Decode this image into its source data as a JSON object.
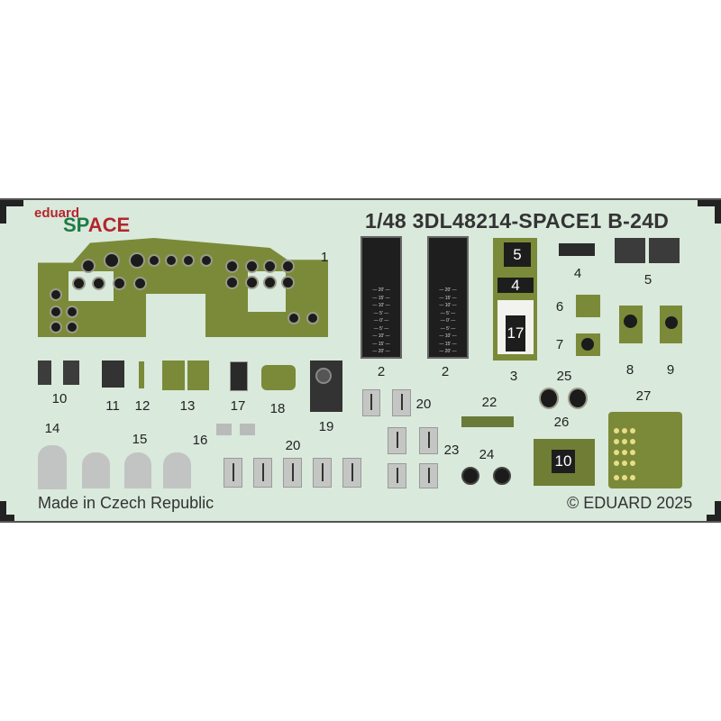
{
  "brand": {
    "logo_top": "eduard",
    "logo_bottom_a": "SP",
    "logo_bottom_b": "ACE"
  },
  "header": {
    "title": "1/48 3DL48214-SPACE1  B-24D"
  },
  "parts": {
    "p1": "1",
    "p2a": "2",
    "p2b": "2",
    "p3": "3",
    "p4": "4",
    "p5": "5",
    "p6": "6",
    "p7": "7",
    "p8": "8",
    "p9": "9",
    "p10": "10",
    "p11": "11",
    "p12": "12",
    "p13": "13",
    "p14": "14",
    "p15": "15",
    "p16": "16",
    "p17": "17",
    "p18": "18",
    "p19": "19",
    "p20a": "20",
    "p20b": "20",
    "p22": "22",
    "p23": "23",
    "p24": "24",
    "p25": "25",
    "p26": "26",
    "p27": "27"
  },
  "part3_boxes": [
    "5",
    "4",
    "17"
  ],
  "part26_box": "10",
  "scale_marks": [
    "20'",
    "15'",
    "10'",
    "5'",
    "0'",
    "5'",
    "10'",
    "15'",
    "20'"
  ],
  "footer": {
    "left": "Made in Czech Republic",
    "right": "© EDUARD 2025"
  },
  "colors": {
    "sheet": "#d9e9dc",
    "olive": "#7b8a38",
    "logo_red": "#b3262c",
    "logo_green": "#1f7a45"
  }
}
